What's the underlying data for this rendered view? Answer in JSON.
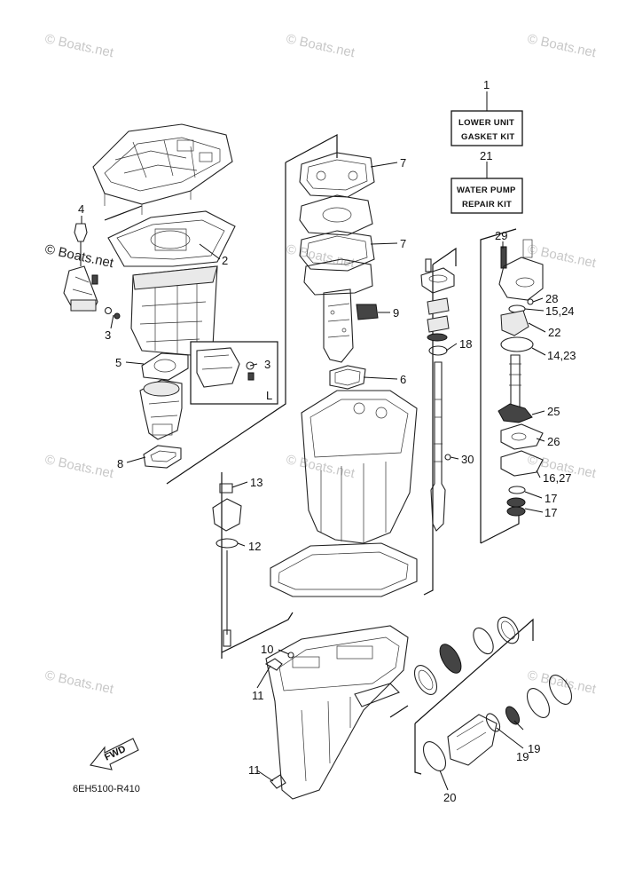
{
  "watermark": "© Boats.net",
  "diagram_code": "6EH5100-R410",
  "fwd_label": "FWD",
  "detail_label": "L",
  "kits": [
    {
      "number": "1",
      "line1": "LOWER UNIT",
      "line2": "GASKET KIT"
    },
    {
      "number": "21",
      "line1": "WATER PUMP",
      "line2": "REPAIR KIT"
    }
  ],
  "callouts": {
    "c2": "2",
    "c3a": "3",
    "c3b": "3",
    "c4": "4",
    "c5": "5",
    "c6": "6",
    "c7a": "7",
    "c7b": "7",
    "c8": "8",
    "c9": "9",
    "c10": "10",
    "c11a": "11",
    "c11b": "11",
    "c12": "12",
    "c13": "13",
    "c14": "14,23",
    "c15": "15,24",
    "c16": "16,27",
    "c17a": "17",
    "c17b": "17",
    "c18": "18",
    "c19a": "19",
    "c19b": "19",
    "c20": "20",
    "c22": "22",
    "c25": "25",
    "c26": "26",
    "c28": "28",
    "c29": "29",
    "c30": "30"
  }
}
